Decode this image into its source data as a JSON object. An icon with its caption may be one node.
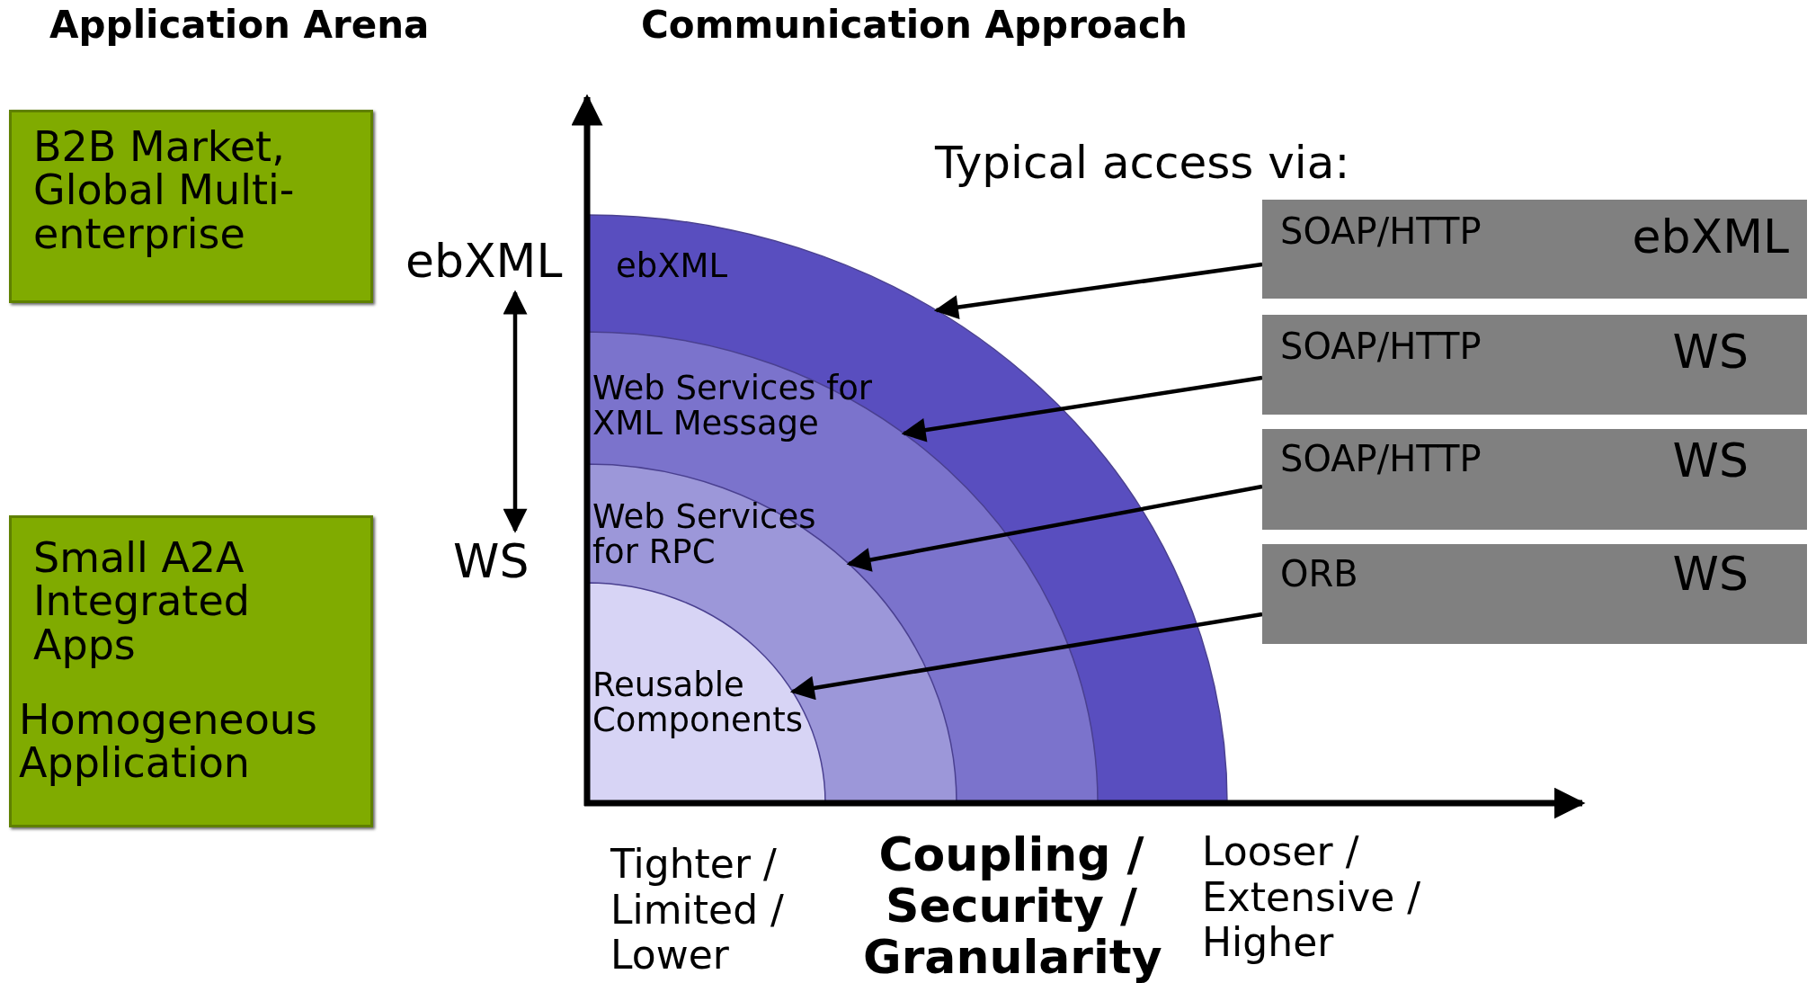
{
  "diagram": {
    "nodes": [
      {
        "text": [
          "B2B Market, Global Multi-enterprise"
        ]
      },
      {
        "text": [
          "Small A2A Integrated Apps",
          "Homogeneous Application"
        ]
      },
      {
        "text": [
          "ebXML"
        ]
      },
      {
        "text": [
          "Web Services for XML Message"
        ],
        "in": 2
      },
      {
        "text": [
          "Web Services for RPC"
        ],
        "in": 3
      },
      {
        "text": [
          "Reusable Components"
        ],
        "in": 4
      },
      {
        "text": [
          "SOAP/HTTP",
          "ebXML"
        ]
      },
      {
        "text": [
          "SOAP/HTTP",
          "WS"
        ]
      },
      {
        "text": [
          "SOAP/HTTP",
          "WS"
        ]
      },
      {
        "text": [
          "ORB",
          "WS"
        ]
      },
      {
        "text": [
          "ebXML"
        ]
      },
      {
        "text": [
          "WS"
        ]
      }
    ],
    "edges": [
      {
        "from": 6,
        "to": 2,
        "arrow": "to"
      },
      {
        "from": 7,
        "to": 3,
        "arrow": "to"
      },
      {
        "from": 8,
        "to": 4,
        "arrow": "to"
      },
      {
        "from": 9,
        "to": 5,
        "arrow": "to"
      },
      {
        "from": 10,
        "to": 11,
        "arrow": "both"
      }
    ],
    "labels": [
      "Application Arena",
      "Communication Approach",
      "Typical access via:",
      "Tighter / Limited / Lower",
      "Coupling / Security / Granularity",
      "Looser / Extensive / Higher"
    ]
  }
}
